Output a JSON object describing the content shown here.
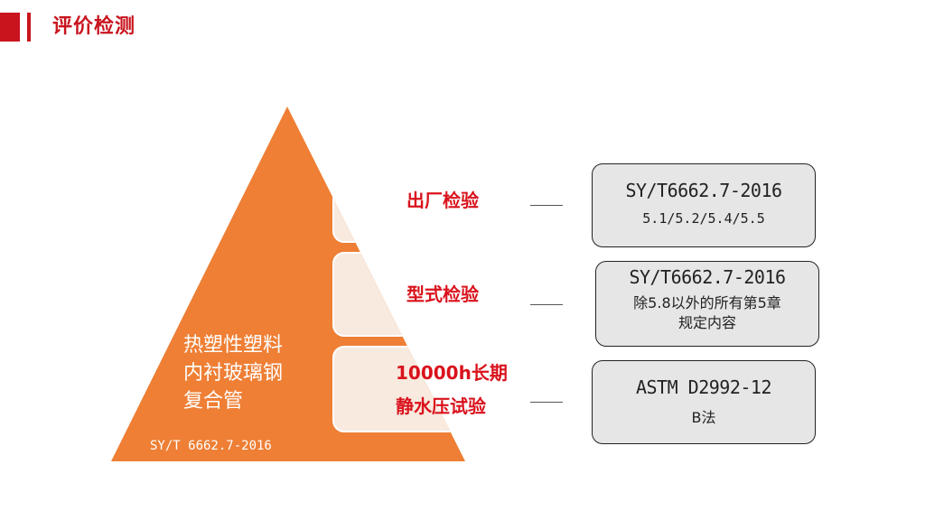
{
  "header": {
    "title": "评价检测"
  },
  "pyramid": {
    "lines": [
      "热塑性塑料",
      "内衬玻璃钢",
      "复合管"
    ],
    "standard": "SY/T 6662.7-2016",
    "colors": {
      "triangle": "#ee7f35",
      "tab": "#f8eadf"
    }
  },
  "levels": [
    {
      "label_lines": [
        "出厂检验"
      ],
      "box": {
        "title": "SY/T6662.7-2016",
        "sub_lines": [
          "5.1/5.2/5.4/5.5"
        ]
      }
    },
    {
      "label_lines": [
        "型式检验"
      ],
      "box": {
        "title": "SY/T6662.7-2016",
        "sub_lines": [
          "除5.8以外的所有第5章",
          "规定内容"
        ]
      }
    },
    {
      "label_lines": [
        "10000h长期",
        "静水压试验"
      ],
      "box": {
        "title": "ASTM D2992-12",
        "sub_lines": [
          "B法"
        ]
      }
    }
  ],
  "colors": {
    "accent": "#c9141e",
    "label": "#d9121c",
    "box_bg": "#e6e6e6"
  }
}
